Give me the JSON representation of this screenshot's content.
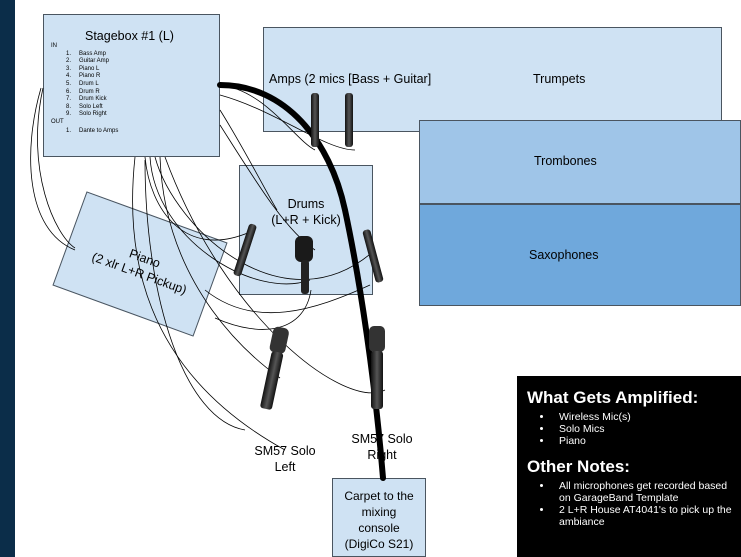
{
  "stagebox": {
    "title": "Stagebox #1 (L)",
    "in_label": "IN",
    "inputs": [
      {
        "num": "1.",
        "label": "Bass Amp"
      },
      {
        "num": "2.",
        "label": "Guitar Amp"
      },
      {
        "num": "3.",
        "label": "Piano L"
      },
      {
        "num": "4.",
        "label": "Piano R"
      },
      {
        "num": "5.",
        "label": "Drum L"
      },
      {
        "num": "6.",
        "label": "Drum R"
      },
      {
        "num": "7.",
        "label": "Drum Kick"
      },
      {
        "num": "8.",
        "label": "Solo Left"
      },
      {
        "num": "9.",
        "label": "Solo Right"
      }
    ],
    "out_label": "OUT",
    "outputs": [
      {
        "num": "1.",
        "label": "Dante to Amps"
      }
    ]
  },
  "amps": {
    "label": "Amps (2 mics [Bass + Guitar]"
  },
  "trumpets": {
    "label": "Trumpets"
  },
  "trombones": {
    "label": "Trombones"
  },
  "saxophones": {
    "label": "Saxophones"
  },
  "drums": {
    "line1": "Drums",
    "line2": "(L+R + Kick)"
  },
  "piano": {
    "line1": "Piano",
    "line2": "(2 xlr L+R Pickup)"
  },
  "solo_left": {
    "line1": "SM57 Solo",
    "line2": "Left"
  },
  "solo_right": {
    "line1": "SM57 Solo",
    "line2": "Right"
  },
  "console": {
    "line1": "Carpet to the",
    "line2": "mixing",
    "line3": "console",
    "line4": "(DigiCo S21)"
  },
  "notes": {
    "amplified_title": "What Gets Amplified:",
    "amplified_items": [
      "Wireless Mic(s)",
      "Solo Mics",
      "Piano"
    ],
    "other_title": "Other Notes:",
    "other_items": [
      "All microphones get recorded based on GarageBand Template",
      "2 L+R House AT4041's to pick up the ambiance"
    ]
  },
  "colors": {
    "page_border": "#0b2d49",
    "box_light": "#cfe2f3",
    "box_mid": "#9fc5e8",
    "box_dark": "#6fa8dc",
    "notes_bg": "#000000"
  },
  "icons": [
    "condenser-mic-icon",
    "dynamic-mic-icon",
    "sm57-mic-icon"
  ]
}
